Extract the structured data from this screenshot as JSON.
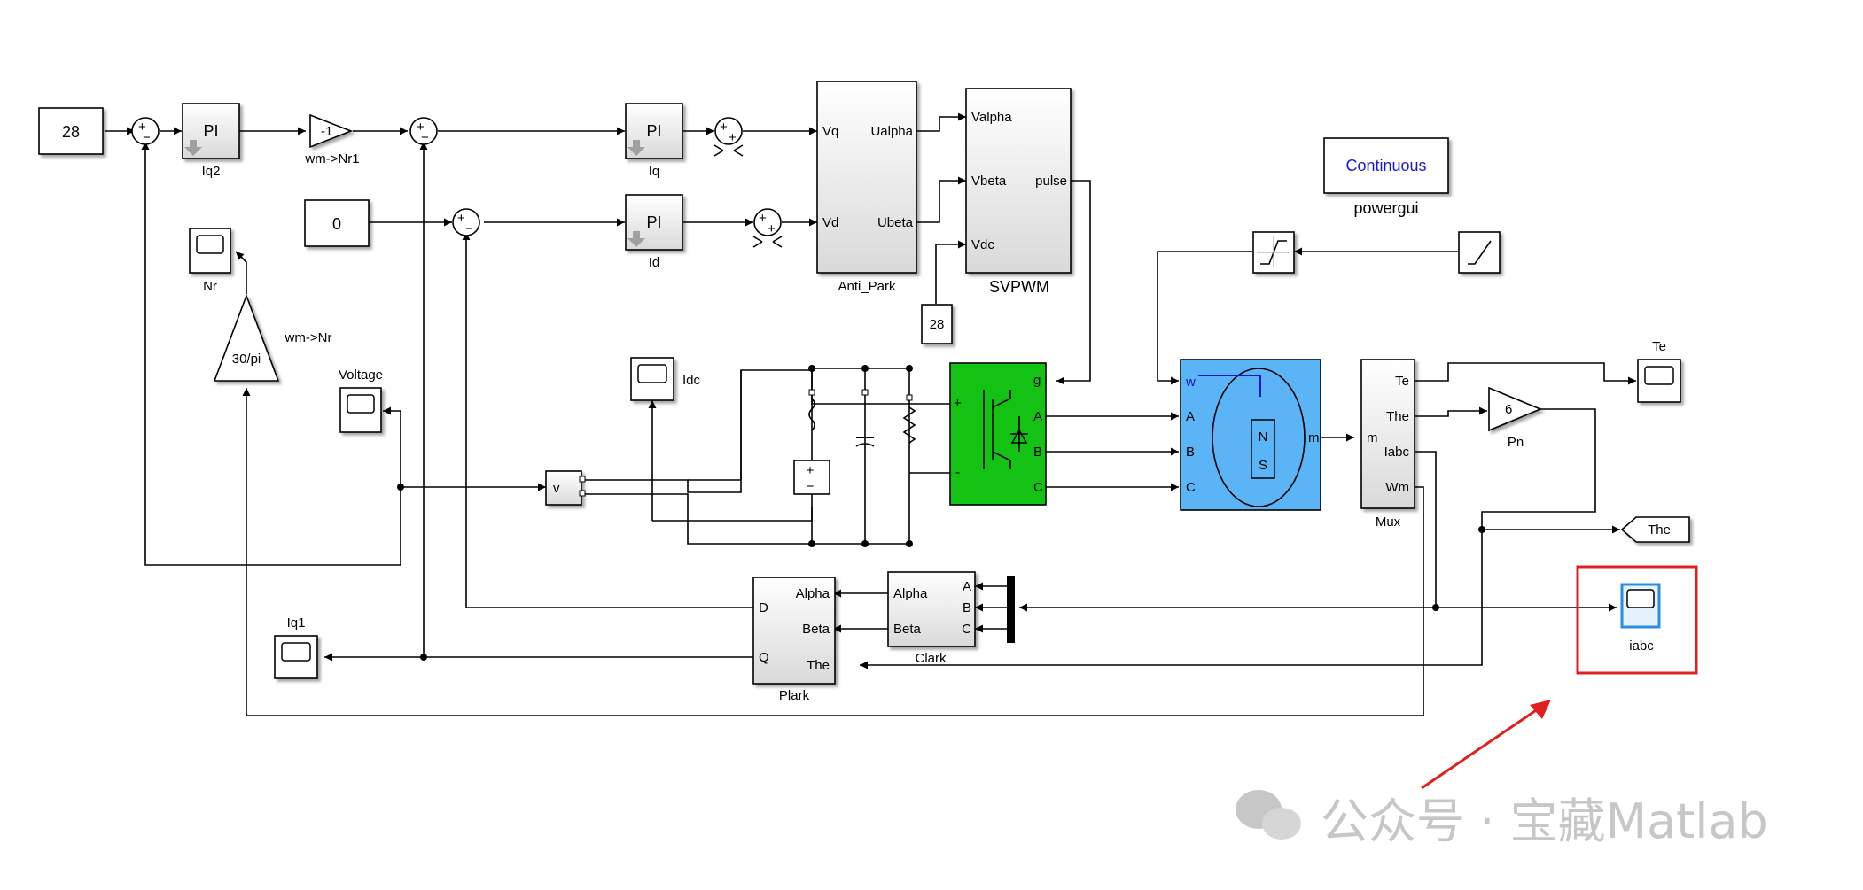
{
  "blocks": {
    "const_28_top": "28",
    "const_0": "0",
    "const_28_vdc": "28",
    "pi_iq2": "PI",
    "pi_iq2_name": "Iq2",
    "gain_neg1": "-1",
    "gain_neg1_name": "wm->Nr1",
    "pi_iq": "PI",
    "pi_iq_name": "Iq",
    "pi_id": "PI",
    "pi_id_name": "Id",
    "anti_park_name": "Anti_Park",
    "anti_park_ports": [
      "Vq",
      "Vd",
      "Ualpha",
      "Ubeta"
    ],
    "svpwm_name": "SVPWM",
    "svpwm_ports": [
      "Valpha",
      "Vbeta",
      "Vdc",
      "pulse"
    ],
    "powergui_value": "Continuous",
    "powergui_name": "powergui",
    "scope_nr": "Nr",
    "gain_30pi": "30/pi",
    "gain_30pi_name": "wm->Nr",
    "scope_voltage": "Voltage",
    "scope_idc": "Idc",
    "scope_te": "Te",
    "gain_6": "6",
    "gain_6_name": "Pn",
    "goto_the": "The",
    "scope_iabc": "iabc",
    "scope_iq1": "Iq1",
    "mux_name": "Mux",
    "mux_ports": [
      "Te",
      "The",
      "Iabc",
      "Wm"
    ],
    "motor_ports": [
      "w",
      "A",
      "B",
      "C",
      "m"
    ],
    "motor_n": "N",
    "motor_s": "S",
    "inverter_ports": [
      "g",
      "A",
      "B",
      "C",
      "+",
      "-"
    ],
    "clark_name": "Clark",
    "clark_ports": [
      "A",
      "B",
      "C",
      "Alpha",
      "Beta"
    ],
    "plark_name": "Plark",
    "plark_ports": [
      "D",
      "Q",
      "Alpha",
      "Beta",
      "The"
    ],
    "vmeas_label": "v",
    "sum_signs": [
      "+",
      "-"
    ]
  },
  "watermark": "公众号 · 宝藏Matlab",
  "colors": {
    "inverter": "#13c213",
    "motor": "#5ab4f5",
    "highlight": "#e01f1f",
    "powergui_text": "#1a1acc"
  }
}
